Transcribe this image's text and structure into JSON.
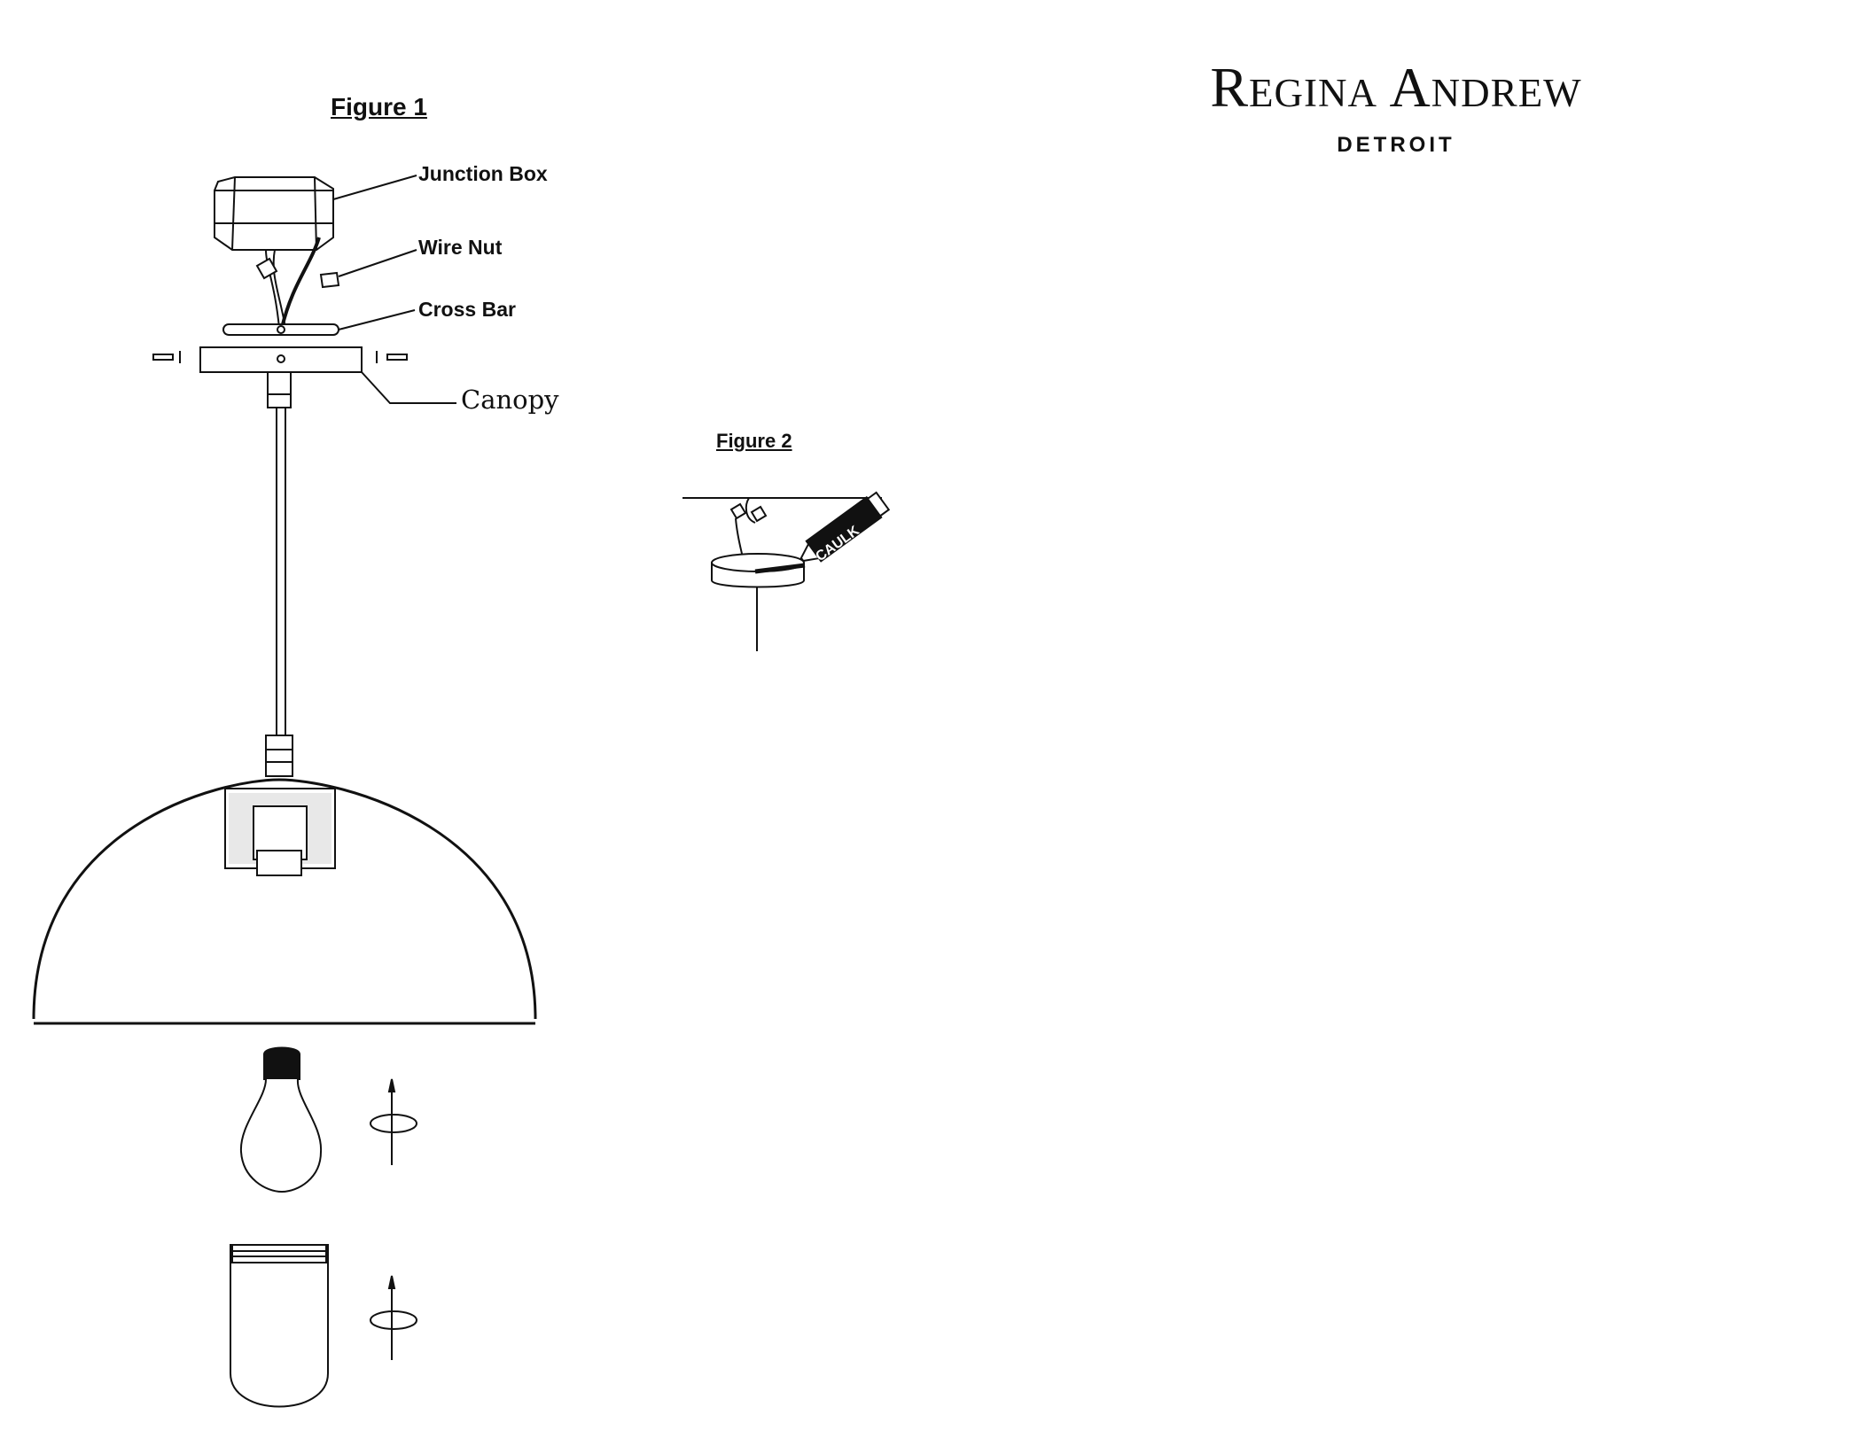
{
  "figure1": {
    "title": "Figure 1",
    "labels": {
      "junction_box": "Junction Box",
      "wire_nut": "Wire Nut",
      "cross_bar": "Cross Bar",
      "canopy": "Canopy"
    }
  },
  "figure2": {
    "title": "Figure 2",
    "caulk_label": "CAULK"
  },
  "brand": {
    "name": "Regina Andrew",
    "city": "DETROIT"
  }
}
